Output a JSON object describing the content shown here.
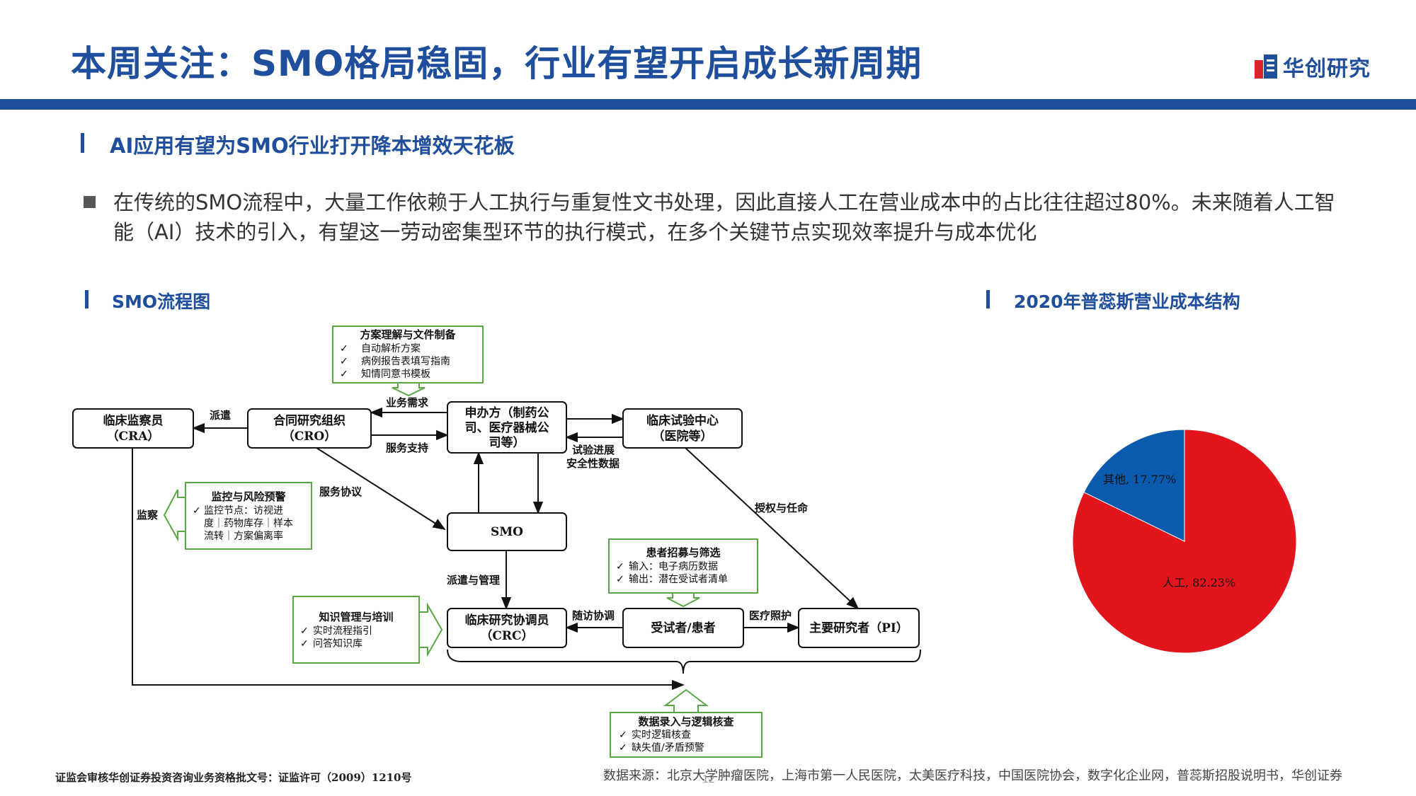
{
  "header": {
    "title": "本周关注：SMO格局稳固，行业有望开启成长新周期",
    "logo_text": "华创研究",
    "brand_color": "#1f4e9c",
    "accent_color": "#d9232d"
  },
  "section": {
    "heading": "AI应用有望为SMO行业打开降本增效天花板",
    "bullet": "在传统的SMO流程中，大量工作依赖于人工执行与重复性文书处理，因此直接人工在营业成本中的占比往往超过80%。未来随着人工智能（AI）技术的引入，有望这一劳动密集型环节的执行模式，在多个关键节点实现效率提升与成本优化"
  },
  "flow": {
    "heading": "SMO流程图",
    "nodes": {
      "cra": [
        "临床监察员",
        "（CRA）"
      ],
      "cro": [
        "合同研究组织",
        "（CRO）"
      ],
      "sponsor": [
        "申办方（制药公",
        "司、医疗器械公",
        "司等）"
      ],
      "site": [
        "临床试验中心",
        "（医院等）"
      ],
      "smo": "SMO",
      "crc": [
        "临床研究协调员",
        "（CRC）"
      ],
      "patient": "受试者/患者",
      "pi": "主要研究者（PI）"
    },
    "edges": {
      "dispatch": "派遣",
      "business_need": "业务需求",
      "business_support": "服务支持",
      "trial_data": [
        "试验进展",
        "安全性数据"
      ],
      "service_agreement": "服务协议",
      "monitor": "监察",
      "authorize": "授权与任命",
      "dispatch_manage": "派遣与管理",
      "followup": "随访协调",
      "medical_care": "医疗照护"
    },
    "ai_boxes": {
      "protocol": {
        "title": "方案理解与文件制备",
        "items": [
          "自动解析方案",
          "病例报告表填写指南",
          "知情同意书模板"
        ]
      },
      "risk": {
        "title": "监控与风险预警",
        "items": [
          "监控节点：访视进",
          "度｜药物库存｜样本",
          "流转｜方案偏离率"
        ]
      },
      "recruit": {
        "title": "患者招募与筛选",
        "items": [
          "输入：电子病历数据",
          "输出：潜在受试者清单"
        ]
      },
      "knowledge": {
        "title": "知识管理与培训",
        "items": [
          "实时流程指引",
          "问答知识库"
        ]
      },
      "data": {
        "title": "数据录入与逻辑核查",
        "items": [
          "实时逻辑核查",
          "缺失值/矛盾预警"
        ]
      }
    },
    "ai_box_color": "#5aa845"
  },
  "cost": {
    "heading": "2020年普蕊斯营业成本结构"
  },
  "chart_data": {
    "type": "pie",
    "title": "2020年普蕊斯营业成本结构",
    "slices": [
      {
        "label": "人工",
        "value": 82.23,
        "display": "人工, 82.23%",
        "color": "#e3151c"
      },
      {
        "label": "其他",
        "value": 17.77,
        "display": "其他, 17.77%",
        "color": "#0a5aad"
      }
    ],
    "start_angle_deg": 0,
    "direction": "clockwise"
  },
  "footer": {
    "license": "证监会审核华创证券投资咨询业务资格批文号：证监许可（2009）1210号",
    "source": "数据来源：北京大学肿瘤医院，上海市第一人民医院，太美医疗科技，中国医院协会，数字化企业网，普蕊斯招股说明书，华创证券",
    "page": "12"
  }
}
